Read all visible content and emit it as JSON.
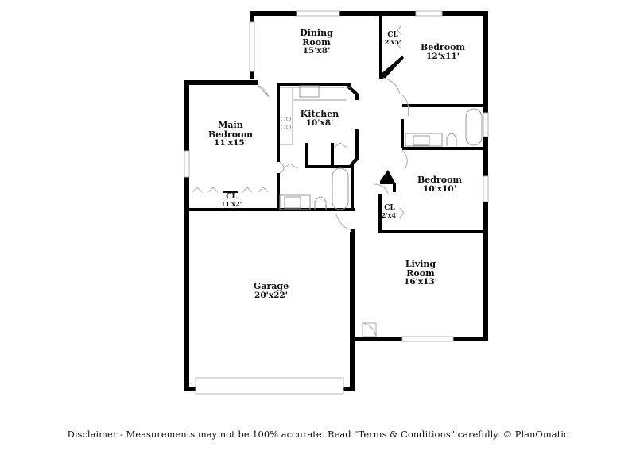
{
  "floorplan": {
    "rooms": [
      {
        "id": "dining-room",
        "name": "Dining Room",
        "name_lines": [
          "Dining",
          "Room"
        ],
        "dims": "15'x8'"
      },
      {
        "id": "bedroom-2",
        "name": "Bedroom",
        "name_lines": [
          "Bedroom"
        ],
        "dims": "12'x11'"
      },
      {
        "id": "closet-bedroom-2",
        "name": "CL",
        "name_lines": [
          "CL"
        ],
        "dims": "2'x5'"
      },
      {
        "id": "main-bedroom",
        "name": "Main Bedroom",
        "name_lines": [
          "Main",
          "Bedroom"
        ],
        "dims": "11'x15'"
      },
      {
        "id": "closet-main",
        "name": "CL",
        "name_lines": [
          "CL"
        ],
        "dims": "11'x2'"
      },
      {
        "id": "kitchen",
        "name": "Kitchen",
        "name_lines": [
          "Kitchen"
        ],
        "dims": "10'x8'"
      },
      {
        "id": "bedroom-3",
        "name": "Bedroom",
        "name_lines": [
          "Bedroom"
        ],
        "dims": "10'x10'"
      },
      {
        "id": "closet-bedroom-3",
        "name": "CL",
        "name_lines": [
          "CL"
        ],
        "dims": "2'x4'"
      },
      {
        "id": "garage",
        "name": "Garage",
        "name_lines": [
          "Garage"
        ],
        "dims": "20'x22'"
      },
      {
        "id": "living-room",
        "name": "Living Room",
        "name_lines": [
          "Living",
          "Room"
        ],
        "dims": "16'x13'"
      }
    ]
  },
  "footer": {
    "disclaimer": "Disclaimer - Measurements may not be 100% accurate. Read \"Terms & Conditions\" carefully. © PlanOmatic"
  },
  "colors": {
    "wall": "#000000",
    "fixture": "#9a9a9a",
    "window": "#c8c8c8",
    "background": "#ffffff"
  }
}
